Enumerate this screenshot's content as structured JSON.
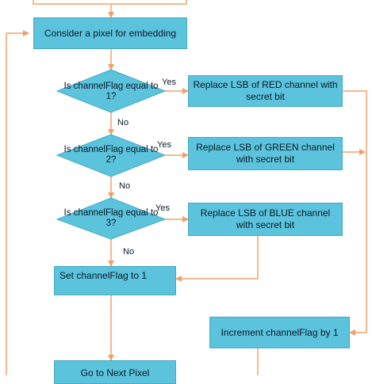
{
  "diagram": {
    "consider_pixel": "Consider a pixel for embedding",
    "decision_red": "Is channelFlag equal to 1?",
    "decision_green": "Is channelFlag equal to 2?",
    "decision_blue": "Is channelFlag equal to 3?",
    "replace_red": "Replace LSB of RED channel with secret bit",
    "replace_green": "Replace LSB of GREEN channel with secret bit",
    "replace_blue": "Replace LSB of BLUE channel with secret bit",
    "set_flag": "Set channelFlag to 1",
    "increment_flag": "Increment channelFlag by 1",
    "goto_next": "Go to Next Pixel",
    "yes": "Yes",
    "no": "No"
  },
  "colors": {
    "box_fill": "#5bc3dc",
    "arrow": "#f2a06a"
  }
}
